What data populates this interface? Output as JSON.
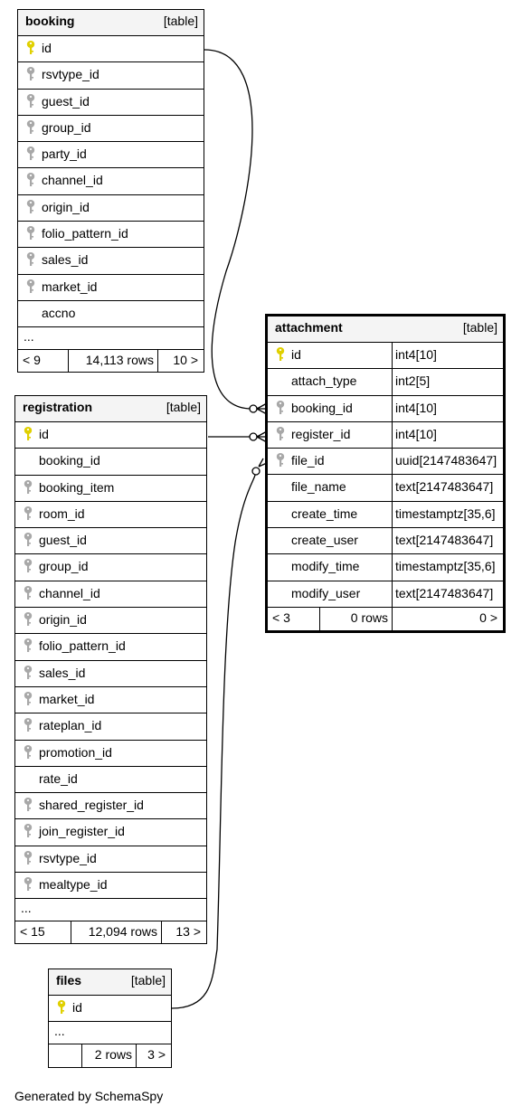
{
  "tables": {
    "booking": {
      "name": "booking",
      "tag": "[table]",
      "columns": [
        "id",
        "rsvtype_id",
        "guest_id",
        "group_id",
        "party_id",
        "channel_id",
        "origin_id",
        "folio_pattern_id",
        "sales_id",
        "market_id",
        "accno"
      ],
      "keys": [
        "primary",
        "foreign",
        "foreign",
        "foreign",
        "foreign",
        "foreign",
        "foreign",
        "foreign",
        "foreign",
        "foreign",
        "none"
      ],
      "more": "...",
      "footer": {
        "parents": "< 9",
        "rows": "14,113 rows",
        "children": "10 >"
      }
    },
    "registration": {
      "name": "registration",
      "tag": "[table]",
      "columns": [
        "id",
        "booking_id",
        "booking_item",
        "room_id",
        "guest_id",
        "group_id",
        "channel_id",
        "origin_id",
        "folio_pattern_id",
        "sales_id",
        "market_id",
        "rateplan_id",
        "promotion_id",
        "rate_id",
        "shared_register_id",
        "join_register_id",
        "rsvtype_id",
        "mealtype_id"
      ],
      "keys": [
        "primary",
        "none",
        "foreign",
        "foreign",
        "foreign",
        "foreign",
        "foreign",
        "foreign",
        "foreign",
        "foreign",
        "foreign",
        "foreign",
        "foreign",
        "none",
        "foreign",
        "foreign",
        "foreign",
        "foreign"
      ],
      "more": "...",
      "footer": {
        "parents": "< 15",
        "rows": "12,094 rows",
        "children": "13 >"
      }
    },
    "files": {
      "name": "files",
      "tag": "[table]",
      "columns": [
        "id"
      ],
      "keys": [
        "primary"
      ],
      "more": "...",
      "footer": {
        "parents": "",
        "rows": "2 rows",
        "children": "3 >"
      }
    },
    "attachment": {
      "name": "attachment",
      "tag": "[table]",
      "columns": [
        "id",
        "attach_type",
        "booking_id",
        "register_id",
        "file_id",
        "file_name",
        "create_time",
        "create_user",
        "modify_time",
        "modify_user"
      ],
      "types": [
        "int4[10]",
        "int2[5]",
        "int4[10]",
        "int4[10]",
        "uuid[2147483647]",
        "text[2147483647]",
        "timestamptz[35,6]",
        "text[2147483647]",
        "timestamptz[35,6]",
        "text[2147483647]"
      ],
      "keys": [
        "primary",
        "none",
        "foreign",
        "foreign",
        "foreign",
        "none",
        "none",
        "none",
        "none",
        "none"
      ],
      "footer": {
        "parents": "< 3",
        "rows": "0 rows",
        "children": "0 >"
      }
    }
  },
  "credit": "Generated by SchemaSpy",
  "colors": {
    "primary_key": "#e0d000",
    "foreign_key": "#a8a8a8",
    "header_bg": "#f4f4f4"
  }
}
